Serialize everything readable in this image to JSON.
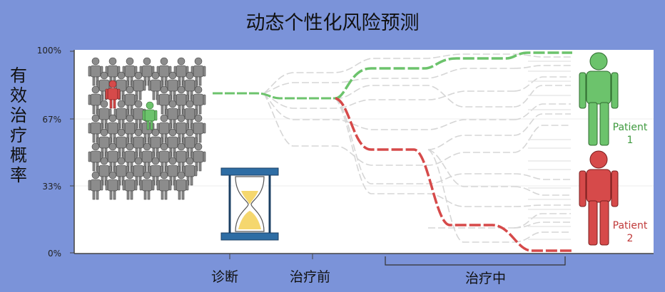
{
  "title": "动态个性化风险预测",
  "ylabel_chars": [
    "有",
    "效",
    "治",
    "疗",
    "概",
    "率"
  ],
  "y_ticks": [
    "100%",
    "67%",
    "33%",
    "0%"
  ],
  "phases": {
    "diagnosis": "诊断",
    "pre_treatment": "治疗前",
    "during_treatment": "治疗中"
  },
  "patients": [
    {
      "label": "Patient",
      "number": "1",
      "color": "#5cb85c"
    },
    {
      "label": "Patient",
      "number": "2",
      "color": "#d9534f"
    }
  ],
  "colors": {
    "background": "#7b93d9",
    "plot_area": "#ffffff",
    "patient1": "#6cc36c",
    "patient2": "#d64a4a",
    "paths": "#d9d9d9",
    "hourglass_frame": "#2e6da4",
    "sand": "#f5d76e"
  },
  "icons": [
    "crowd-icon",
    "hourglass-icon",
    "person-icon"
  ]
}
